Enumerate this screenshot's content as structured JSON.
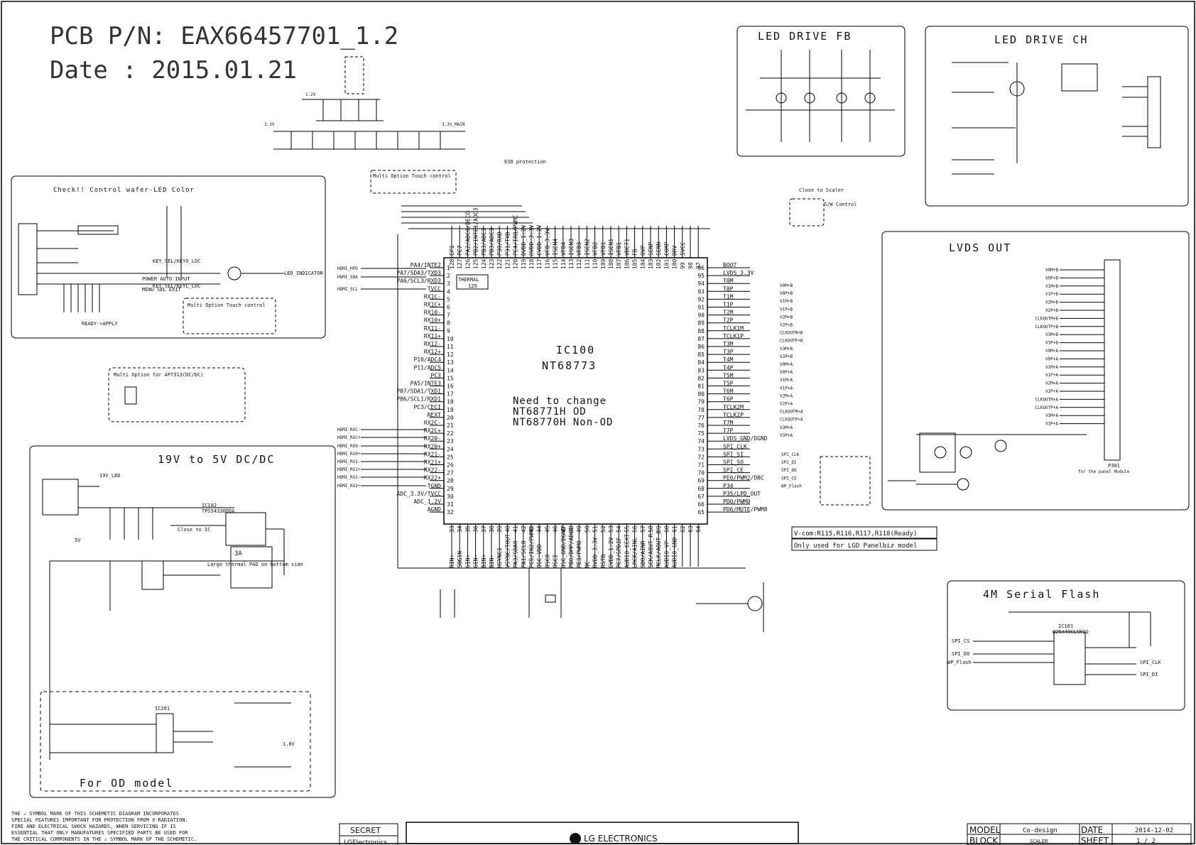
{
  "header": {
    "pcb_line": "PCB P/N: EAX66457701_1.2",
    "date_line": "Date : 2015.01.21"
  },
  "blocks": {
    "check_control": "Check!! Control wafer-LED Color",
    "led_drive_fb": "LED DRIVE FB",
    "led_drive_ch": "LED DRIVE CH",
    "lvds_out": "LVDS OUT",
    "dcdc": "19V to 5V DC/DC",
    "serial_flash": "4M Serial Flash",
    "od_model": "For OD model",
    "multi_touch_1": "Multi Option Touch control",
    "multi_touch_2": "Multi Option Touch control",
    "multi_ap": "Multi Option for AP7313(DC/DC)",
    "close_scaler": "Close to Scaler",
    "sw_control": "S/W Control",
    "esd": "ESD protection",
    "ready_apply": "READY->APPLY",
    "large_thermal": "Large thermal PAD on bottom side",
    "close_ic": "Close to IC"
  },
  "ic100": {
    "ref": "IC100",
    "part": "NT68773",
    "note1": "Need to change",
    "note2": "NT68771H OD",
    "note3": "NT68770H Non-OD",
    "thermal": "THERMAL",
    "thermal_pin": "129",
    "left_pins": [
      {
        "num": "1",
        "name": "PA4/INTE2"
      },
      {
        "num": "2",
        "name": "PA7/SDA3/TXD3"
      },
      {
        "num": "3",
        "name": "PA6/SCL3/RXD3"
      },
      {
        "num": "4",
        "name": "TVCC"
      },
      {
        "num": "5",
        "name": "RX1C-"
      },
      {
        "num": "6",
        "name": "RX1C+"
      },
      {
        "num": "7",
        "name": "RX10-"
      },
      {
        "num": "8",
        "name": "RX10+"
      },
      {
        "num": "9",
        "name": "RX11-"
      },
      {
        "num": "10",
        "name": "RX11+"
      },
      {
        "num": "11",
        "name": "RX12-"
      },
      {
        "num": "12",
        "name": "RX12+"
      },
      {
        "num": "13",
        "name": "P10/ADC4"
      },
      {
        "num": "14",
        "name": "P11/ADC5"
      },
      {
        "num": "15",
        "name": "PC3"
      },
      {
        "num": "16",
        "name": "PA5/INTE3"
      },
      {
        "num": "17",
        "name": "PB7/SDA1/TXD1"
      },
      {
        "num": "18",
        "name": "PB6/SCL1/RXD1"
      },
      {
        "num": "19",
        "name": "PC3/CECI"
      },
      {
        "num": "20",
        "name": "REXT"
      },
      {
        "num": "21",
        "name": "RX2C-"
      },
      {
        "num": "22",
        "name": "RX2C+"
      },
      {
        "num": "23",
        "name": "RX20-"
      },
      {
        "num": "24",
        "name": "RX20+"
      },
      {
        "num": "25",
        "name": "RX21-"
      },
      {
        "num": "26",
        "name": "RX21+"
      },
      {
        "num": "27",
        "name": "RX22-"
      },
      {
        "num": "28",
        "name": "RX22+"
      },
      {
        "num": "29",
        "name": "TGND"
      },
      {
        "num": "30",
        "name": "ADC_3.3V/TVCC"
      },
      {
        "num": "31",
        "name": "ADC_1.2V"
      },
      {
        "num": "32",
        "name": "AGND"
      }
    ],
    "right_pins": [
      {
        "num": "96",
        "name": "BOOT"
      },
      {
        "num": "95",
        "name": "LVDS_3.3V"
      },
      {
        "num": "94",
        "name": "T0M"
      },
      {
        "num": "93",
        "name": "T0P"
      },
      {
        "num": "92",
        "name": "T1M"
      },
      {
        "num": "91",
        "name": "T1P"
      },
      {
        "num": "90",
        "name": "T2M"
      },
      {
        "num": "89",
        "name": "T2P"
      },
      {
        "num": "88",
        "name": "TCLK1M"
      },
      {
        "num": "87",
        "name": "TCLK1P"
      },
      {
        "num": "86",
        "name": "T3M"
      },
      {
        "num": "85",
        "name": "T3P"
      },
      {
        "num": "84",
        "name": "T4M"
      },
      {
        "num": "83",
        "name": "T4P"
      },
      {
        "num": "82",
        "name": "T5M"
      },
      {
        "num": "81",
        "name": "T5P"
      },
      {
        "num": "80",
        "name": "T6M"
      },
      {
        "num": "79",
        "name": "T6P"
      },
      {
        "num": "78",
        "name": "TCLK2M"
      },
      {
        "num": "77",
        "name": "TCLK2P"
      },
      {
        "num": "76",
        "name": "T7M"
      },
      {
        "num": "75",
        "name": "T7P"
      },
      {
        "num": "74",
        "name": "LVDS_GND/DGND"
      },
      {
        "num": "73",
        "name": "SPI_CLK"
      },
      {
        "num": "72",
        "name": "SPI_SI"
      },
      {
        "num": "71",
        "name": "SPI_SO"
      },
      {
        "num": "70",
        "name": "SPI_CE"
      },
      {
        "num": "69",
        "name": "PE0/PWM2/DBC"
      },
      {
        "num": "68",
        "name": "P34"
      },
      {
        "num": "67",
        "name": "P35/LPD_OUT"
      },
      {
        "num": "66",
        "name": "PD0/PWM0"
      },
      {
        "num": "65",
        "name": "PD6/MUTE/PWM8"
      }
    ],
    "top_pins": [
      {
        "num": "128",
        "name": "EP1"
      },
      {
        "num": "127",
        "name": "PC7"
      },
      {
        "num": "126",
        "name": "PA2/ADC0/DECO"
      },
      {
        "num": "125",
        "name": "PB2/INTE1/ADC3"
      },
      {
        "num": "124",
        "name": "PB3/ADC3"
      },
      {
        "num": "123",
        "name": "PB3/ADC3"
      },
      {
        "num": "122",
        "name": "P30/RXD"
      },
      {
        "num": "121",
        "name": "P31/TXD"
      },
      {
        "num": "120",
        "name": "PE4/IRQ/PWMC"
      },
      {
        "num": "119",
        "name": "DVDD_1.2V"
      },
      {
        "num": "118",
        "name": "HVDD_3.3V"
      },
      {
        "num": "117",
        "name": "CVDD_1.2V"
      },
      {
        "num": "116",
        "name": "VFB_3.3V"
      },
      {
        "num": "115",
        "name": "ISEN4"
      },
      {
        "num": "114",
        "name": "VFB4"
      },
      {
        "num": "113",
        "name": "ISEN3"
      },
      {
        "num": "112",
        "name": "VFB3"
      },
      {
        "num": "111",
        "name": "ISEN2"
      },
      {
        "num": "110",
        "name": "VFB2"
      },
      {
        "num": "109",
        "name": "VFB1"
      },
      {
        "num": "108",
        "name": "ISEN1"
      },
      {
        "num": "107",
        "name": "VFB1"
      },
      {
        "num": "106",
        "name": "VDET1"
      },
      {
        "num": "105",
        "name": "FB"
      },
      {
        "num": "104",
        "name": "OVP"
      },
      {
        "num": "103",
        "name": "SENP"
      },
      {
        "num": "102",
        "name": "SENN"
      },
      {
        "num": "101",
        "name": "COMP"
      },
      {
        "num": "100",
        "name": "DRV"
      },
      {
        "num": "99",
        "name": "5VCC"
      },
      {
        "num": "98",
        "name": ""
      },
      {
        "num": "97",
        "name": ""
      }
    ],
    "bottom_pins": [
      {
        "num": "33",
        "name": "RIN+"
      },
      {
        "num": "34",
        "name": "SOG1N"
      },
      {
        "num": "35",
        "name": "GIN+"
      },
      {
        "num": "36",
        "name": "GIN-"
      },
      {
        "num": "37",
        "name": "BIN+"
      },
      {
        "num": "38",
        "name": "BIN-"
      },
      {
        "num": "39",
        "name": "HSYNC1"
      },
      {
        "num": "40",
        "name": "VSYNC/TOUT"
      },
      {
        "num": "41",
        "name": "PA3/SDA0"
      },
      {
        "num": "42",
        "name": "PA1/SCL0"
      },
      {
        "num": "43",
        "name": "PC5/IN2/PWM0"
      },
      {
        "num": "44",
        "name": "OSC_VDD"
      },
      {
        "num": "45",
        "name": "OSCO"
      },
      {
        "num": "46",
        "name": "OSCI"
      },
      {
        "num": "47",
        "name": "OSC_GND/DGND"
      },
      {
        "num": "48",
        "name": "PB0/DMP/ADC1"
      },
      {
        "num": "49",
        "name": "PE3/PWM0"
      },
      {
        "num": "50",
        "name": "NC"
      },
      {
        "num": "51",
        "name": "RVDD_3.3V"
      },
      {
        "num": "52",
        "name": "RSTB"
      },
      {
        "num": "53",
        "name": "CVDD_1.2V"
      },
      {
        "num": "54",
        "name": "PC7/SPDIF"
      },
      {
        "num": "55",
        "name": "AUDIO_CEXT"
      },
      {
        "num": "56",
        "name": "LRCK/AINL"
      },
      {
        "num": "57",
        "name": "SDO/AINR"
      },
      {
        "num": "58",
        "name": "SCK/AOUT_R"
      },
      {
        "num": "59",
        "name": "MCLK/AOUT_L"
      },
      {
        "num": "60",
        "name": "AUDIO_VP"
      },
      {
        "num": "61",
        "name": "AUDIO_GND"
      },
      {
        "num": "62",
        "name": ""
      },
      {
        "num": "63",
        "name": ""
      },
      {
        "num": "64",
        "name": ""
      }
    ]
  },
  "hdmi_nets": [
    "HDMI_HPD",
    "HDMI_SDA",
    "HDMI_SCL",
    "HDMI_RXC-",
    "HDMI_RXC+",
    "HDMI_RX0-",
    "HDMI_RX0+",
    "HDMI_RX1-",
    "HDMI_RX1+",
    "HDMI_RX2-",
    "HDMI_RX2+"
  ],
  "lvds_nets": [
    "V0M+B",
    "V0P+B",
    "V1M+B",
    "V1P+B",
    "V2M+B",
    "V2P+B",
    "CLKOUTM+B",
    "CLKOUTP+B",
    "V3M+B",
    "V3P+B",
    "V0M+A",
    "V0P+A",
    "V1M+A",
    "V1P+A",
    "V2M+A",
    "V2P+A",
    "CLKOUTM+A",
    "CLKOUTP+A",
    "V3M+A",
    "V3P+A"
  ],
  "spi_nets": [
    "SPI_CLK",
    "SPI_DI",
    "SPI_DO",
    "SPI_CE",
    "WP_Flash"
  ],
  "lvds_connector": {
    "ref": "P301",
    "desc": "for the panel Module"
  },
  "flash": {
    "ref": "IC101",
    "part": "W25X40CLSN1G",
    "spi_cs": "SPI_CS",
    "spi_do": "SPI_DO",
    "wp": "WP_Flash",
    "clk": "SPI_CLK",
    "di": "SPI_DI"
  },
  "ic102": {
    "ref": "IC102",
    "part": "TPS54336DDA",
    "current": "3A"
  },
  "ic201": {
    "ref": "IC201"
  },
  "vcom_note1": "V-com:R115,R116,R117,R118(Ready)",
  "vcom_note2": "Only used for LGD Panelbiz model",
  "rails": [
    "1.2V",
    "3.3V",
    "5V",
    "19V_LED",
    "3.3V_MAIN",
    "1.8V"
  ],
  "key_nets": [
    "KEY_SEL/KEYO_LOC",
    "POWER AUTO INPUT",
    "MENU SEL EXIT",
    "KEY_SEL/KEYL_LOC",
    "LED_INDICATOR"
  ],
  "footer": {
    "warning": [
      "THE ⚠ SYMBOL MARK OF THIS SCHEMETIC DIAGRAM INCORPORATES",
      "SPECIAL FEATURES IMPORTANT FOR PROTECTION FROM X-RADIATION.",
      "FIRE AND ELECTRICAL SHOCK HAZARDS, WHEN SERVICING IF IS",
      "ESSENTIAL THAT ONLY MANUFATURES SPECIFIED PARTS BE USED FOR",
      "THE CRITICAL COMPONENTS IN THE ⚠ SYMBOL MARK OF THE SCHEMETIC."
    ],
    "secret": "SECRET",
    "lg_small": "LGElectronics",
    "lg_logo": "LG ELECTRONICS",
    "model_label": "MODEL",
    "model_value": "Co-design",
    "date_label": "DATE",
    "date_value": "2014-12-02",
    "block_label": "BLOCK",
    "block_value": "SCALER",
    "sheet_label": "SHEET",
    "sheet_value": "1 / 2"
  }
}
